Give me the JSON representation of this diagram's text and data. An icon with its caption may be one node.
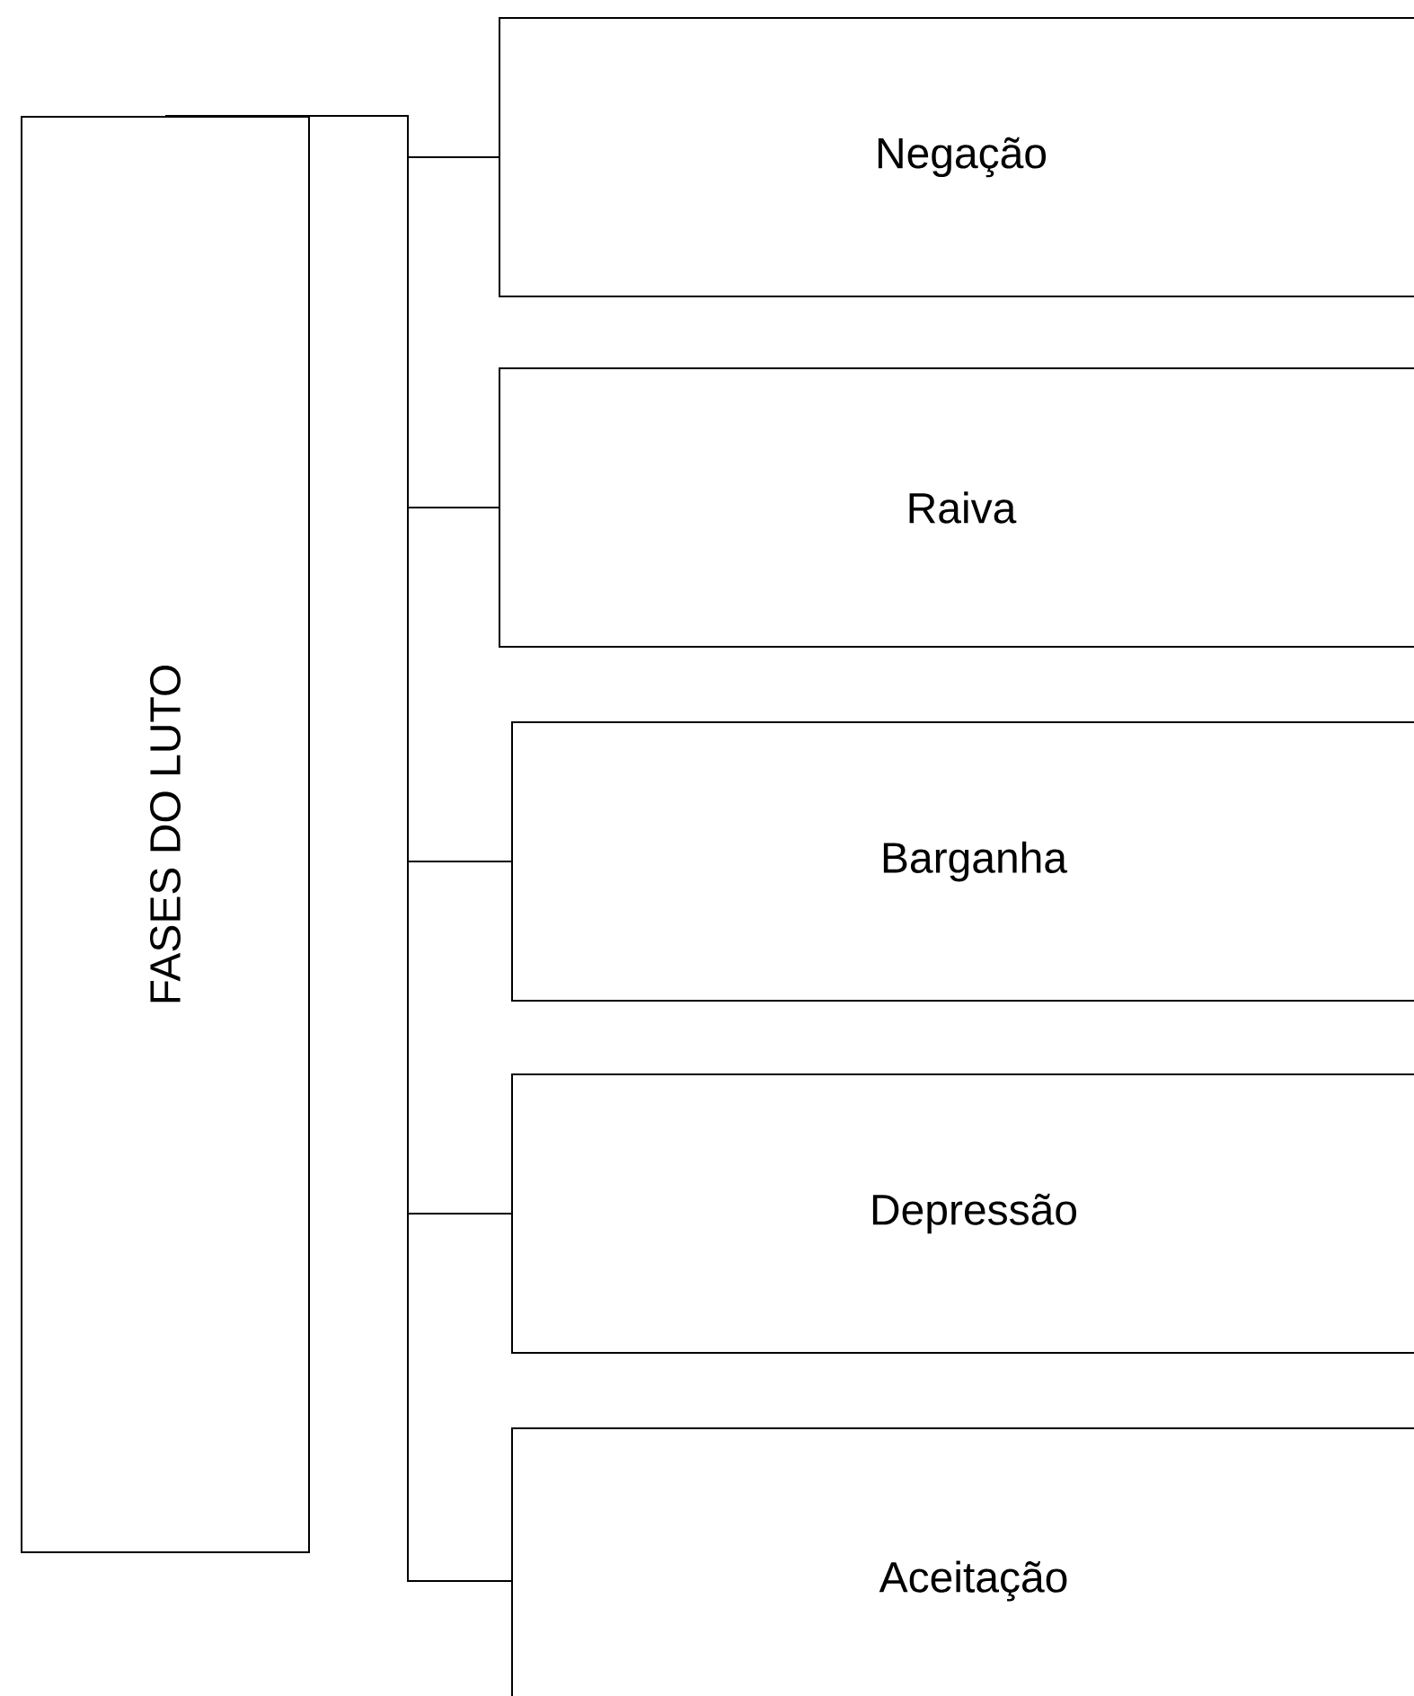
{
  "diagram": {
    "nodes": [
      {
        "text": [
          "FASES DO LUTO"
        ]
      },
      {
        "text": [
          "Negação"
        ]
      },
      {
        "text": [
          "Raiva"
        ]
      },
      {
        "text": [
          "Barganha"
        ]
      },
      {
        "text": [
          "Depressão"
        ]
      },
      {
        "text": [
          "Aceitação"
        ]
      }
    ],
    "edges": [
      {
        "from": 0,
        "to": 1,
        "arrow": "none"
      },
      {
        "from": 0,
        "to": 2,
        "arrow": "none"
      },
      {
        "from": 0,
        "to": 3,
        "arrow": "none"
      },
      {
        "from": 0,
        "to": 4,
        "arrow": "none"
      },
      {
        "from": 0,
        "to": 5,
        "arrow": "none"
      }
    ]
  }
}
